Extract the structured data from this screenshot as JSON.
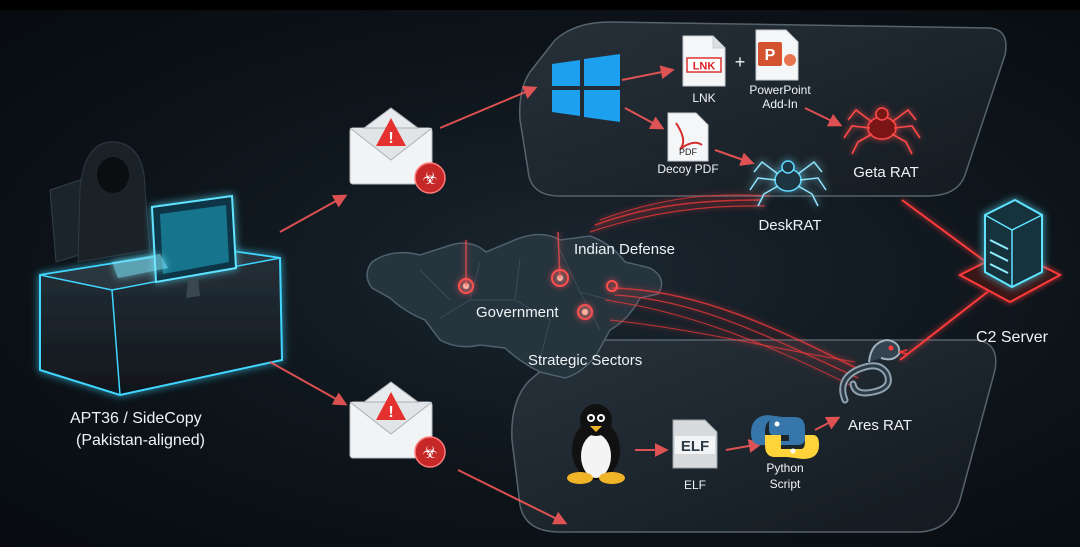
{
  "actor": {
    "name": "APT36 / SideCopy",
    "affiliation": "(Pakistan-aligned)"
  },
  "windows_chain": {
    "lnk_icon_text": "LNK",
    "lnk_label": "LNK",
    "plus": "+",
    "ppt_icon_text": "P",
    "ppt_label_line1": "PowerPoint",
    "ppt_label_line2": "Add-In",
    "pdf_icon_text": "PDF",
    "pdf_label": "Decoy PDF",
    "geta_rat": "Geta RAT",
    "desk_rat": "DeskRAT"
  },
  "linux_chain": {
    "elf_icon_text": "ELF",
    "elf_label": "ELF",
    "python_label_line1": "Python",
    "python_label_line2": "Script",
    "ares_rat": "Ares RAT"
  },
  "targets": {
    "indian_defense": "Indian Defense",
    "government": "Government",
    "strategic_sectors": "Strategic Sectors"
  },
  "c2": {
    "label": "C2 Server"
  },
  "colors": {
    "accent_red": "#ff3b3b",
    "accent_cyan": "#3fd6ff",
    "windows_blue": "#1ea0f0"
  }
}
